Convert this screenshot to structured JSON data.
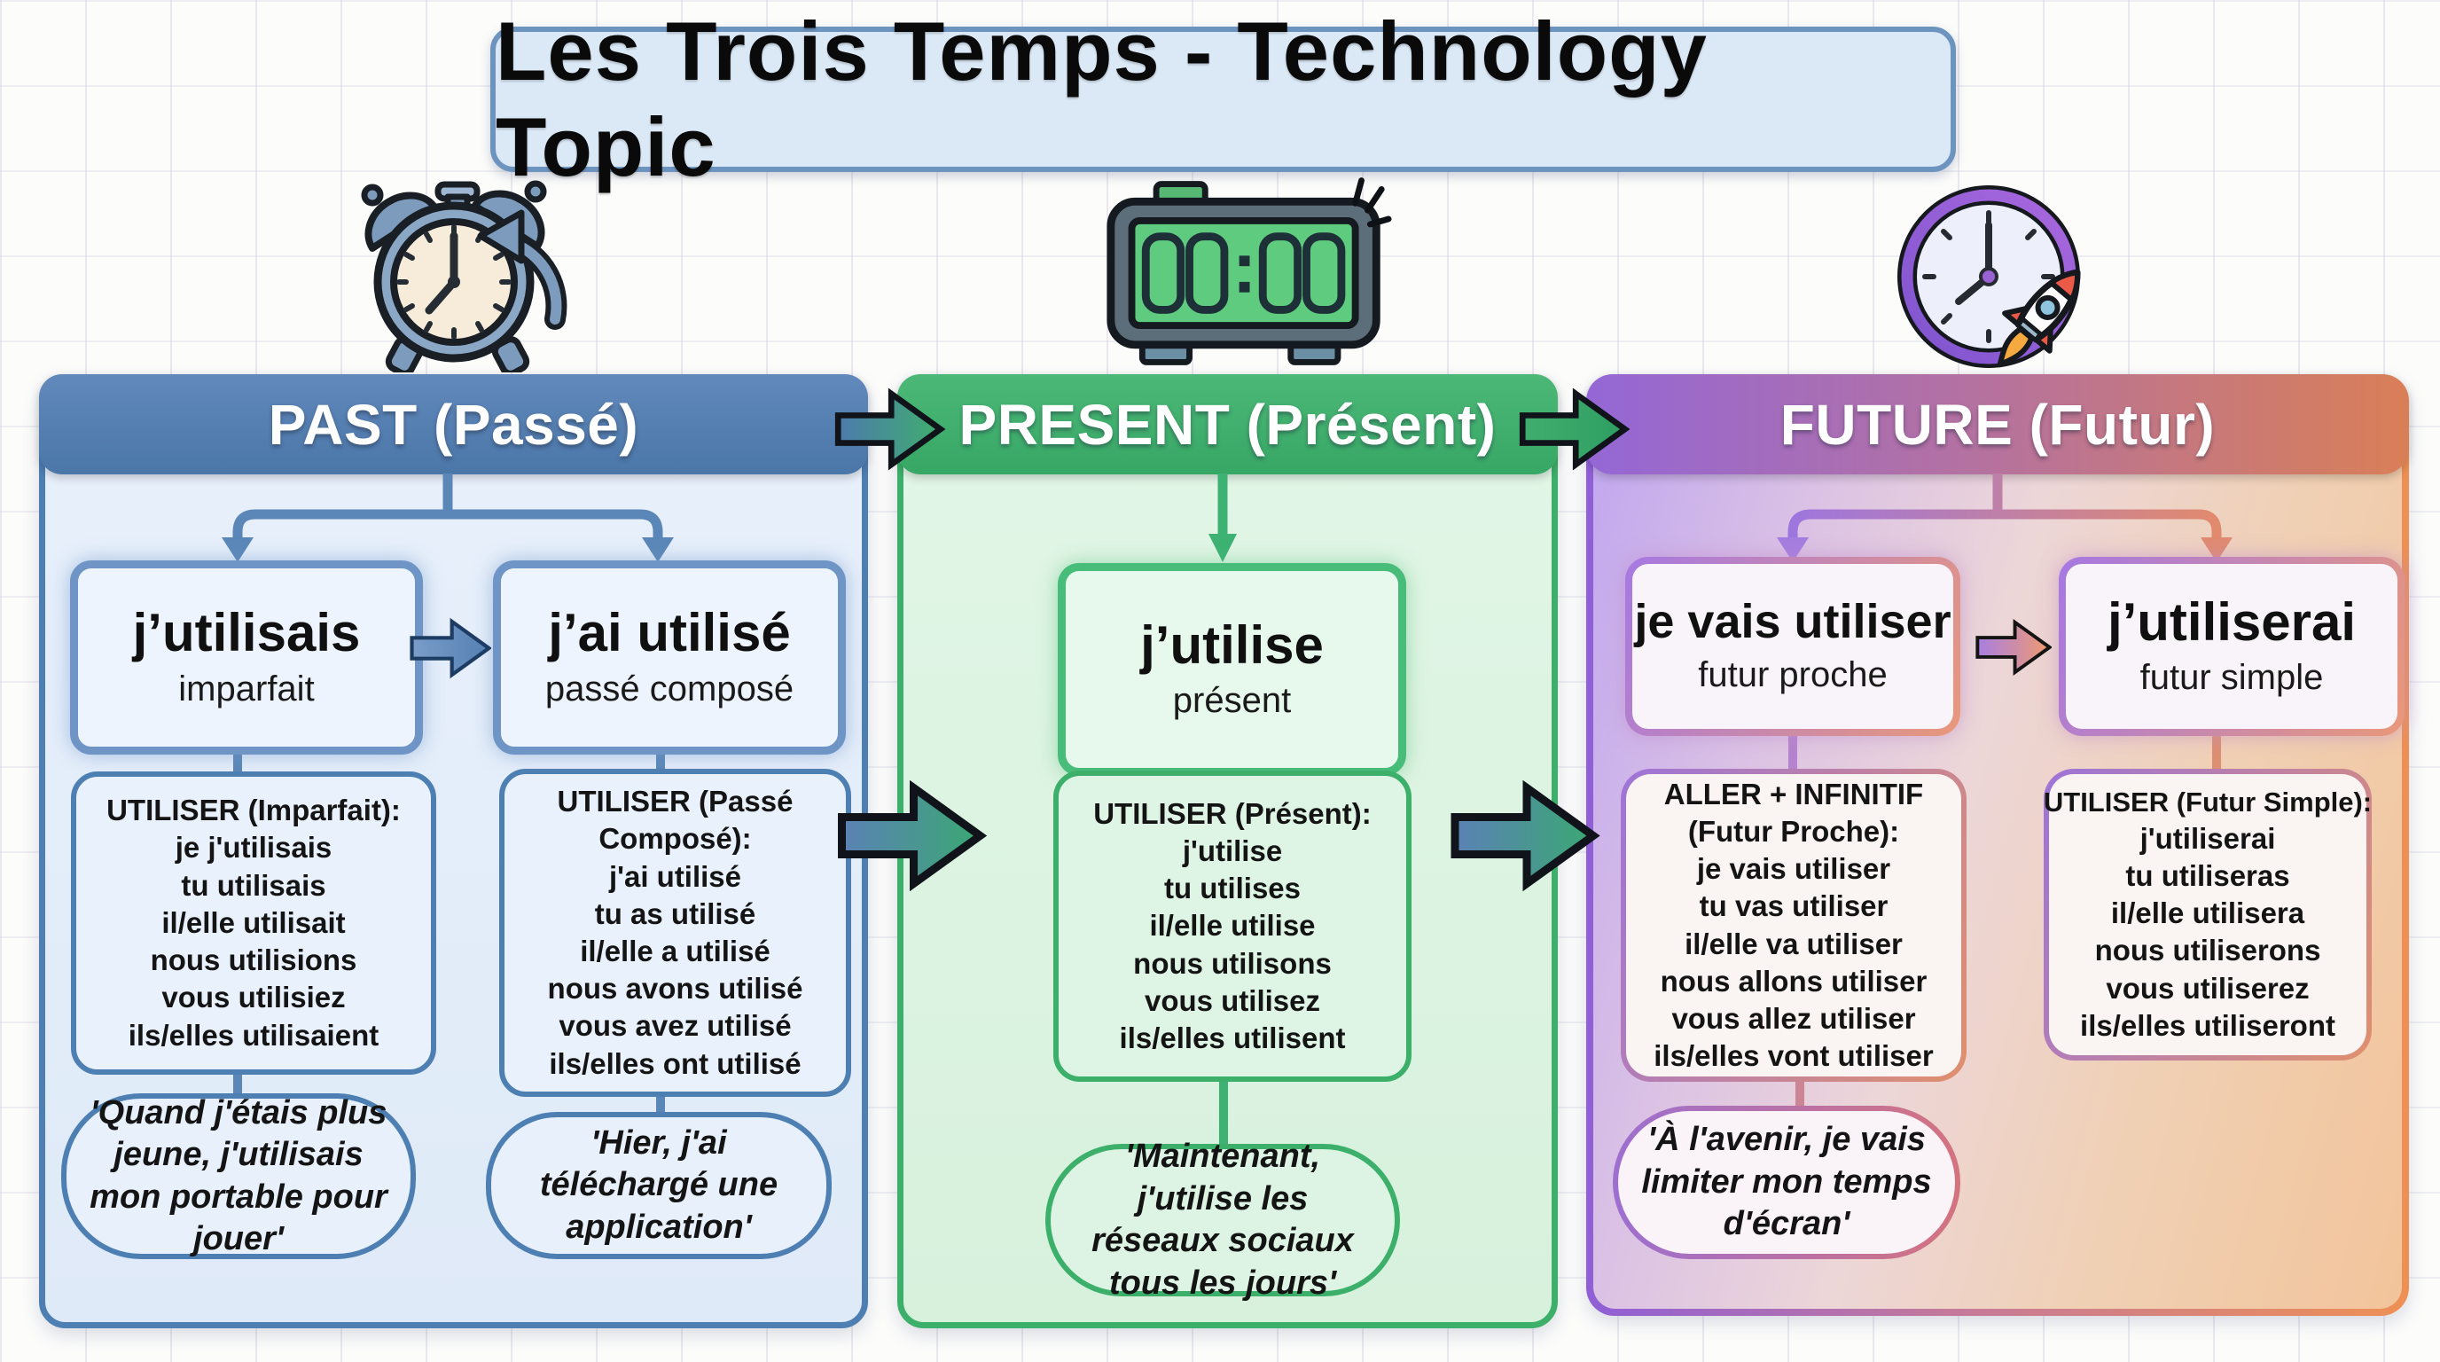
{
  "title": "Les Trois Temps - Technology Topic",
  "icons": {
    "past": "alarm-clock-rewind",
    "present": "digital-clock",
    "present_display": "00:00",
    "future": "clock-rocket"
  },
  "colors": {
    "past_accent": "#4d7fb3",
    "past_bg": "#e3edf9",
    "present_accent": "#3cb06a",
    "present_bg": "#def3e3",
    "future_purple": "#9b6fd6",
    "future_orange": "#ec9257",
    "mid_arrow_gradient": [
      "#5b81b5",
      "#3aa873"
    ],
    "title_bg": "#dbe9f7"
  },
  "columns": [
    {
      "id": "past",
      "header": "PAST (Passé)",
      "boxes": [
        {
          "verb": "j’utilisais",
          "tense": "imparfait"
        },
        {
          "verb": "j’ai utilisé",
          "tense": "passé composé"
        }
      ],
      "conjugations": [
        {
          "title": "UTILISER (Imparfait):",
          "lines": [
            "je j'utilisais",
            "tu utilisais",
            "il/elle utilisait",
            "nous utilisions",
            "vous utilisiez",
            "ils/elles utilisaient"
          ]
        },
        {
          "title": "UTILISER (Passé Composé):",
          "lines": [
            "j'ai utilisé",
            "tu as utilisé",
            "il/elle a utilisé",
            "nous avons utilisé",
            "vous avez utilisé",
            "ils/elles ont utilisé"
          ]
        }
      ],
      "examples": [
        "'Quand j'étais plus jeune, j'utilisais mon portable pour jouer'",
        "'Hier, j'ai téléchargé une application'"
      ]
    },
    {
      "id": "present",
      "header": "PRESENT (Présent)",
      "boxes": [
        {
          "verb": "j’utilise",
          "tense": "présent"
        }
      ],
      "conjugations": [
        {
          "title": "UTILISER (Présent):",
          "lines": [
            "j'utilise",
            "tu utilises",
            "il/elle utilise",
            "nous utilisons",
            "vous utilisez",
            "ils/elles utilisent"
          ]
        }
      ],
      "examples": [
        "'Maintenant, j'utilise les réseaux sociaux tous les jours'"
      ]
    },
    {
      "id": "future",
      "header": "FUTURE (Futur)",
      "boxes": [
        {
          "verb": "je vais utiliser",
          "tense": "futur proche"
        },
        {
          "verb": "j’utiliserai",
          "tense": "futur simple"
        }
      ],
      "conjugations": [
        {
          "title": "ALLER + INFINITIF (Futur Proche):",
          "lines": [
            "je vais utiliser",
            "tu vas utiliser",
            "il/elle va utiliser",
            "nous allons utiliser",
            "vous allez utiliser",
            "ils/elles vont utiliser"
          ]
        },
        {
          "title": "UTILISER (Futur Simple):",
          "lines": [
            "j'utiliserai",
            "tu utiliseras",
            "il/elle utilisera",
            "nous utiliserons",
            "vous utiliserez",
            "ils/elles utiliseront"
          ]
        }
      ],
      "examples": [
        "'À l'avenir, je vais limiter mon temps d'écran'"
      ]
    }
  ]
}
